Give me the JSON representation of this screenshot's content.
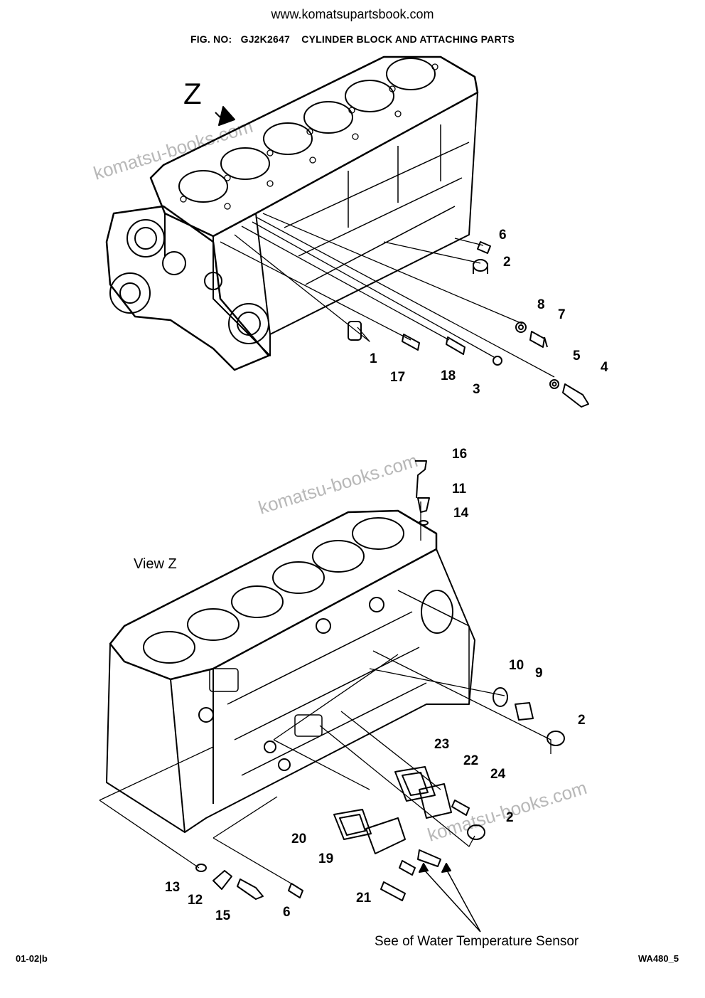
{
  "header": {
    "site": "www.komatsupartsbook.com",
    "fig_label": "FIG. NO:",
    "fig_number": "GJ2K2647",
    "fig_title": "CYLINDER BLOCK AND ATTACHING PARTS"
  },
  "watermark": "komatsu-books.com",
  "view_marker": "Z",
  "view_caption": "View  Z",
  "sensor_caption": "See of Water Temperature Sensor",
  "footer": {
    "left": "01-02|b",
    "right": "WA480_5"
  },
  "callouts_top": [
    "6",
    "2",
    "8",
    "7",
    "5",
    "4",
    "1",
    "17",
    "18",
    "3"
  ],
  "callouts_bottom": [
    "16",
    "11",
    "14",
    "10",
    "9",
    "2",
    "23",
    "22",
    "24",
    "2",
    "20",
    "19",
    "21",
    "13",
    "12",
    "15",
    "6"
  ]
}
